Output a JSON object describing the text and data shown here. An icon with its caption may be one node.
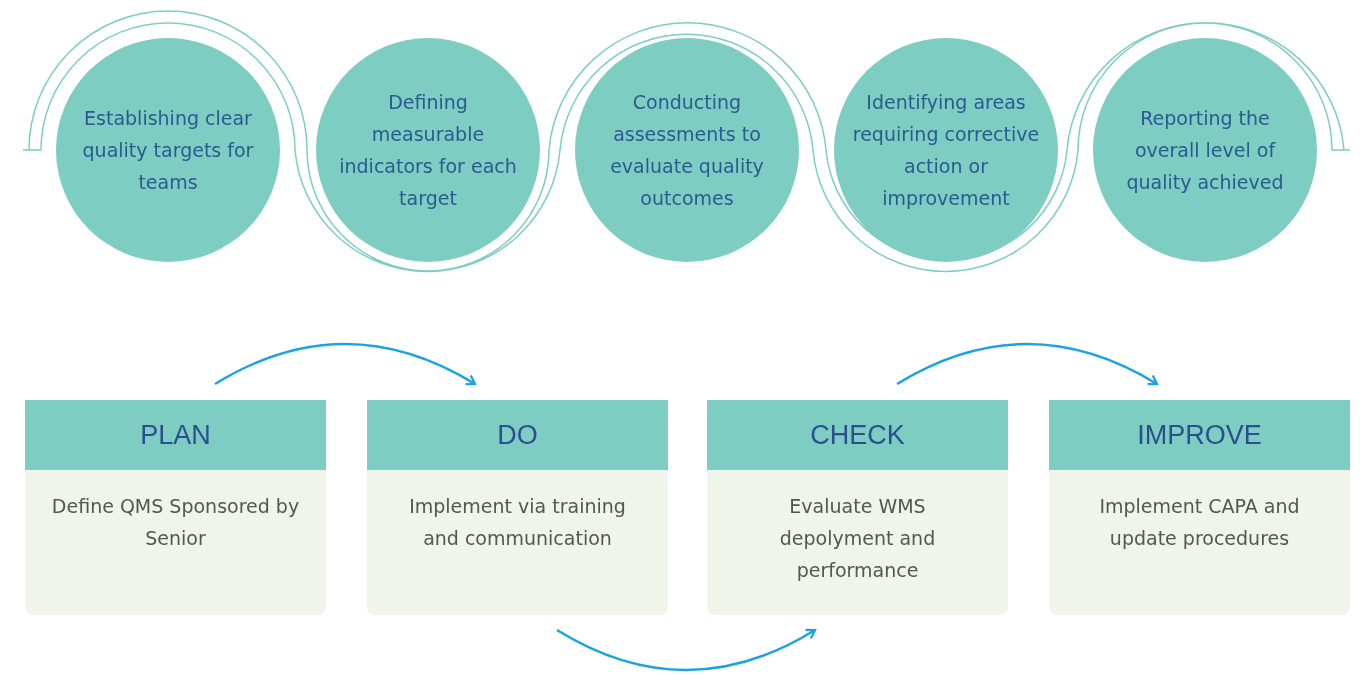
{
  "diagram": {
    "nodes": [
      {
        "text": [
          "Establishing clear quality targets for teams"
        ]
      },
      {
        "text": [
          "Defining measurable indicators for each target"
        ]
      },
      {
        "text": [
          "Conducting assessments to evaluate quality outcomes"
        ]
      },
      {
        "text": [
          "Identifying areas requiring corrective action or improvement"
        ]
      },
      {
        "text": [
          "Reporting the overall level of quality achieved"
        ]
      },
      {
        "text": [
          "PLAN",
          "Define QMS Sponsored by Senior"
        ]
      },
      {
        "text": [
          "DO",
          "Implement via training and communication"
        ]
      },
      {
        "text": [
          "CHECK",
          "Evaluate WMS depolyment and performance"
        ]
      },
      {
        "text": [
          "IMPROVE",
          "Implement CAPA and update procedures"
        ]
      }
    ],
    "edges": [
      {
        "from": 5,
        "to": 6,
        "arrow": "to"
      },
      {
        "from": 6,
        "to": 7,
        "arrow": "to"
      },
      {
        "from": 7,
        "to": 8,
        "arrow": "to"
      }
    ]
  }
}
